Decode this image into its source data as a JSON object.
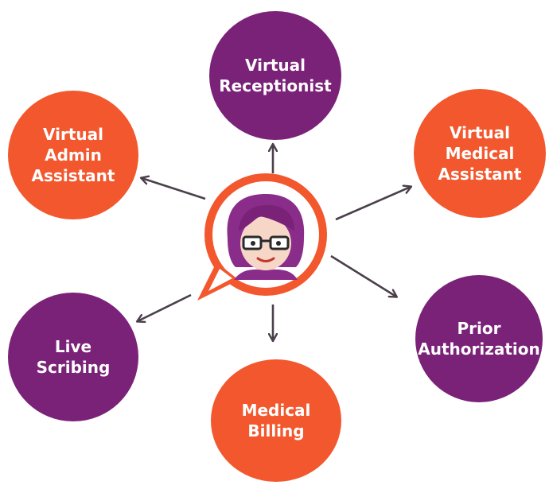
{
  "colors": {
    "purple": "#7a2178",
    "orange": "#f2572e",
    "arrow": "#4a3f4a",
    "face_skin": "#f6d6c7",
    "hair": "#8a2c8a"
  },
  "center": {
    "icon": "chat-bubble-avatar-icon",
    "description_name": "woman-with-glasses-avatar"
  },
  "nodes": {
    "top": {
      "lines": [
        "Virtual",
        "Receptionist"
      ]
    },
    "upleft": {
      "lines": [
        "Virtual",
        "Admin",
        "Assistant"
      ]
    },
    "upright": {
      "lines": [
        "Virtual",
        "Medical",
        "Assistant"
      ]
    },
    "lowleft": {
      "lines": [
        "Live",
        "Scribing"
      ]
    },
    "lowright": {
      "lines": [
        "Prior",
        "Authorization"
      ]
    },
    "bottom": {
      "lines": [
        "Medical",
        "Billing"
      ]
    }
  }
}
